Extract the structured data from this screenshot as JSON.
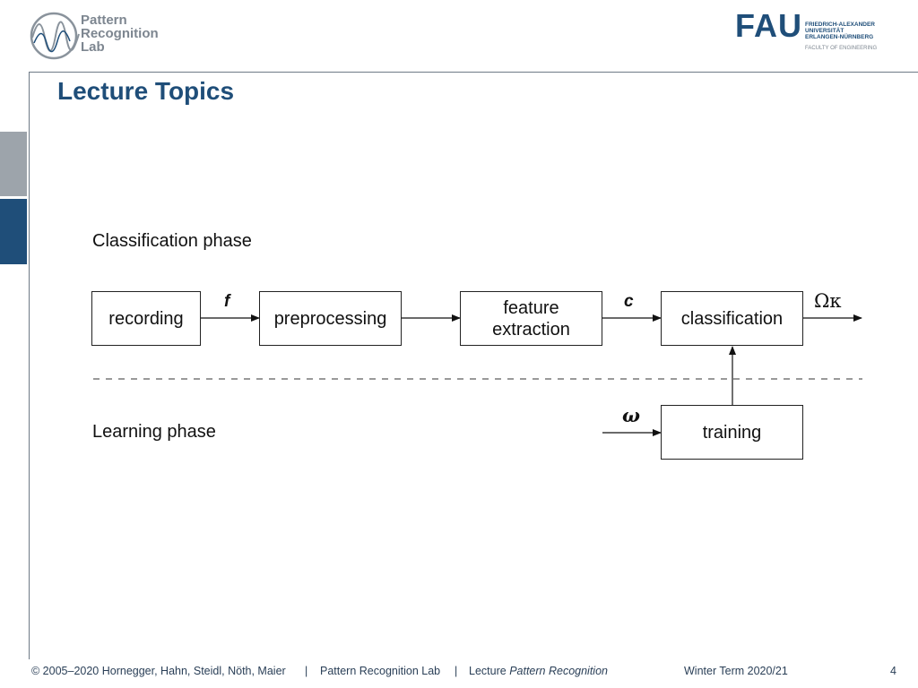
{
  "header": {
    "lab_logo_lines": [
      "Pattern",
      "Recognition",
      "Lab"
    ],
    "university_logo": {
      "mark": "FAU",
      "lines": [
        "FRIEDRICH-ALEXANDER",
        "UNIVERSITÄT",
        "ERLANGEN-NÜRNBERG"
      ],
      "faculty": "FACULTY OF ENGINEERING"
    }
  },
  "slide": {
    "title": "Lecture Topics"
  },
  "diagram": {
    "classification_phase_label": "Classification phase",
    "learning_phase_label": "Learning phase",
    "boxes": {
      "recording": "recording",
      "preprocessing": "preprocessing",
      "feature_extraction_line1": "feature",
      "feature_extraction_line2": "extraction",
      "classification": "classification",
      "training": "training"
    },
    "signals": {
      "f": "f",
      "c": "c",
      "omega_kappa": "Ωκ",
      "omega": "ω"
    }
  },
  "footer": {
    "copyright": "© 2005–2020 Hornegger, Hahn, Steidl, Nöth, Maier",
    "separator": "|",
    "lab": "Pattern Recognition Lab",
    "lecture_prefix": "Lecture",
    "lecture_name": "Pattern Recognition",
    "term": "Winter Term 2020/21",
    "page": "4"
  },
  "colors": {
    "brand_blue": "#1f4e79",
    "tab_grey": "#9da4ab"
  }
}
